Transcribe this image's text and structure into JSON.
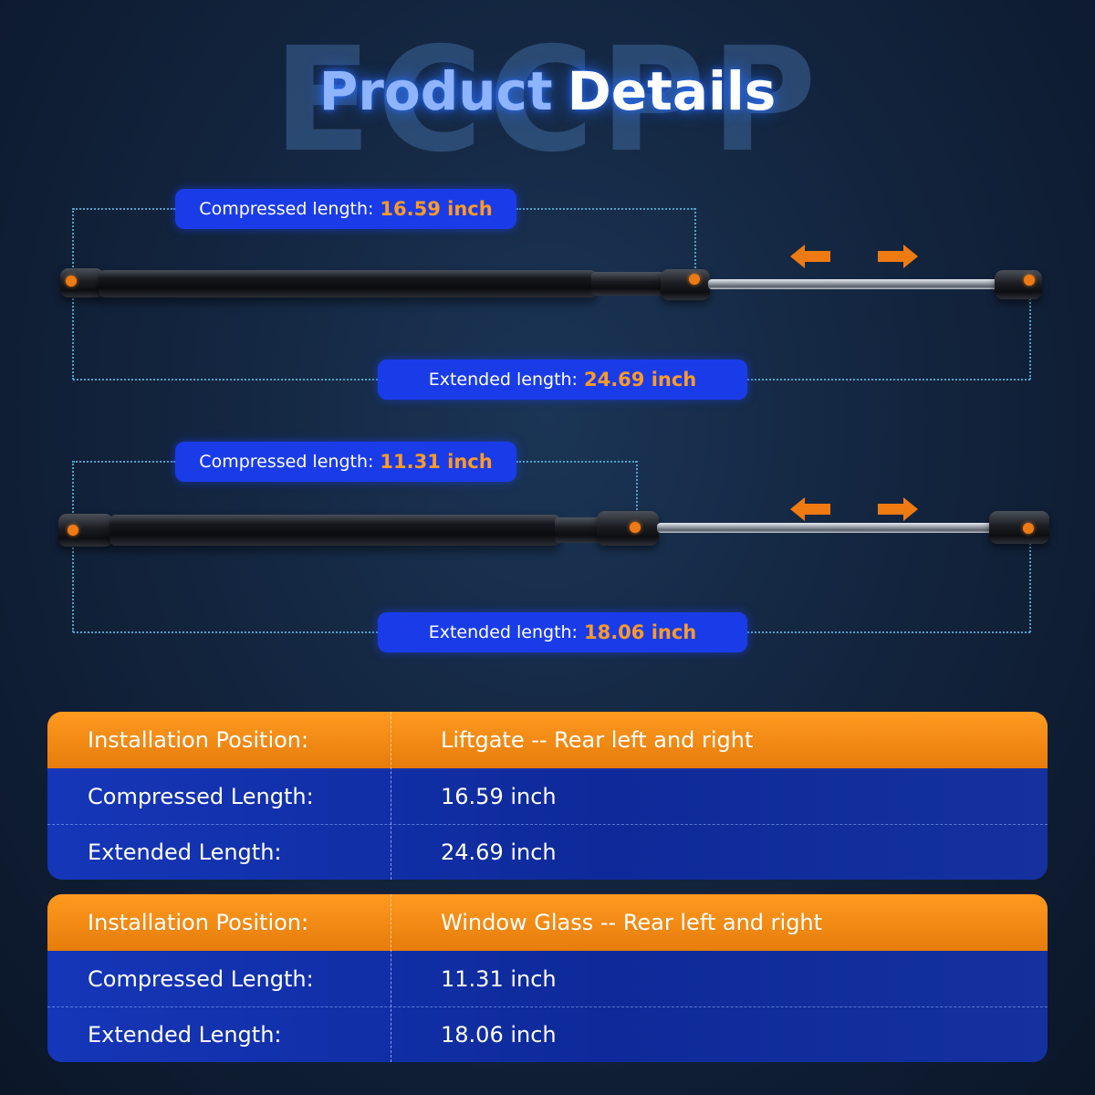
{
  "header": {
    "brand_watermark": "ECCPP",
    "title_part1": "Product",
    "title_part2": "Details"
  },
  "strut_1": {
    "compressed_label": "Compressed length:",
    "compressed_value": "16.59 inch",
    "extended_label": "Extended length:",
    "extended_value": "24.69 inch"
  },
  "strut_2": {
    "compressed_label": "Compressed length:",
    "compressed_value": "11.31 inch",
    "extended_label": "Extended length:",
    "extended_value": "18.06 inch"
  },
  "spec_table_1": {
    "rows": [
      {
        "label": "Installation Position:",
        "value": "Liftgate -- Rear left and right"
      },
      {
        "label": "Compressed Length:",
        "value": "16.59 inch"
      },
      {
        "label": "Extended Length:",
        "value": "24.69 inch"
      }
    ]
  },
  "spec_table_2": {
    "rows": [
      {
        "label": "Installation Position:",
        "value": "Window Glass -- Rear left and right"
      },
      {
        "label": "Compressed Length:",
        "value": "11.31 inch"
      },
      {
        "label": "Extended Length:",
        "value": "18.06 inch"
      }
    ]
  },
  "colors": {
    "accent_orange": "#f07a12",
    "pill_blue": "#1a3ce8",
    "table_blue": "#1536b8"
  }
}
